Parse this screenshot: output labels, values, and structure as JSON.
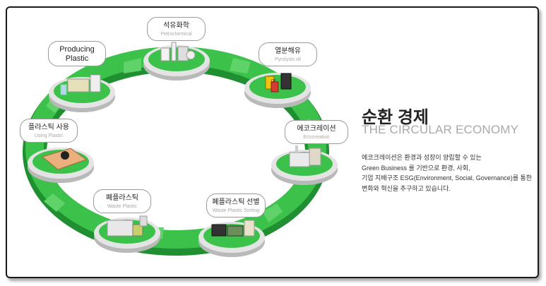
{
  "colors": {
    "accent_green": "#3cb94a",
    "dark_green": "#1f8f31",
    "platform": "#dcdcdc"
  },
  "stages": [
    {
      "name": "stage-petrochemical",
      "title": "석유화학",
      "subtitle": "Petrochemical"
    },
    {
      "name": "stage-pyrolysis-oil",
      "title": "열분해유",
      "subtitle": "Pyrolysis oil"
    },
    {
      "name": "stage-ecocreation",
      "title": "에코크레이션",
      "subtitle": "Ecocreation"
    },
    {
      "name": "stage-waste-plastic-sorting",
      "title": "폐플라스틱 선별",
      "subtitle": "Waste Plastic Sorting"
    },
    {
      "name": "stage-waste-plastic",
      "title": "폐플라스틱",
      "subtitle": "Waste Plastic"
    },
    {
      "name": "stage-using-plastic",
      "title": "플라스틱 사용",
      "subtitle": "Using Plastic"
    },
    {
      "name": "stage-producing-plastic",
      "title": "Producing\nPlastic",
      "subtitle": ""
    }
  ],
  "heading": {
    "ko": "순환 경제",
    "en": "THE CIRCULAR ECONOMY"
  },
  "description": [
    "에코크레이션은 환경과 성장이 양립할 수 있는",
    "Green Business 를 기반으로 환경, 사회,",
    "기업 지배구조 ESG(Environment, Social, Governance)를 통한",
    "변화와 혁신을 추구하고 있습니다."
  ]
}
